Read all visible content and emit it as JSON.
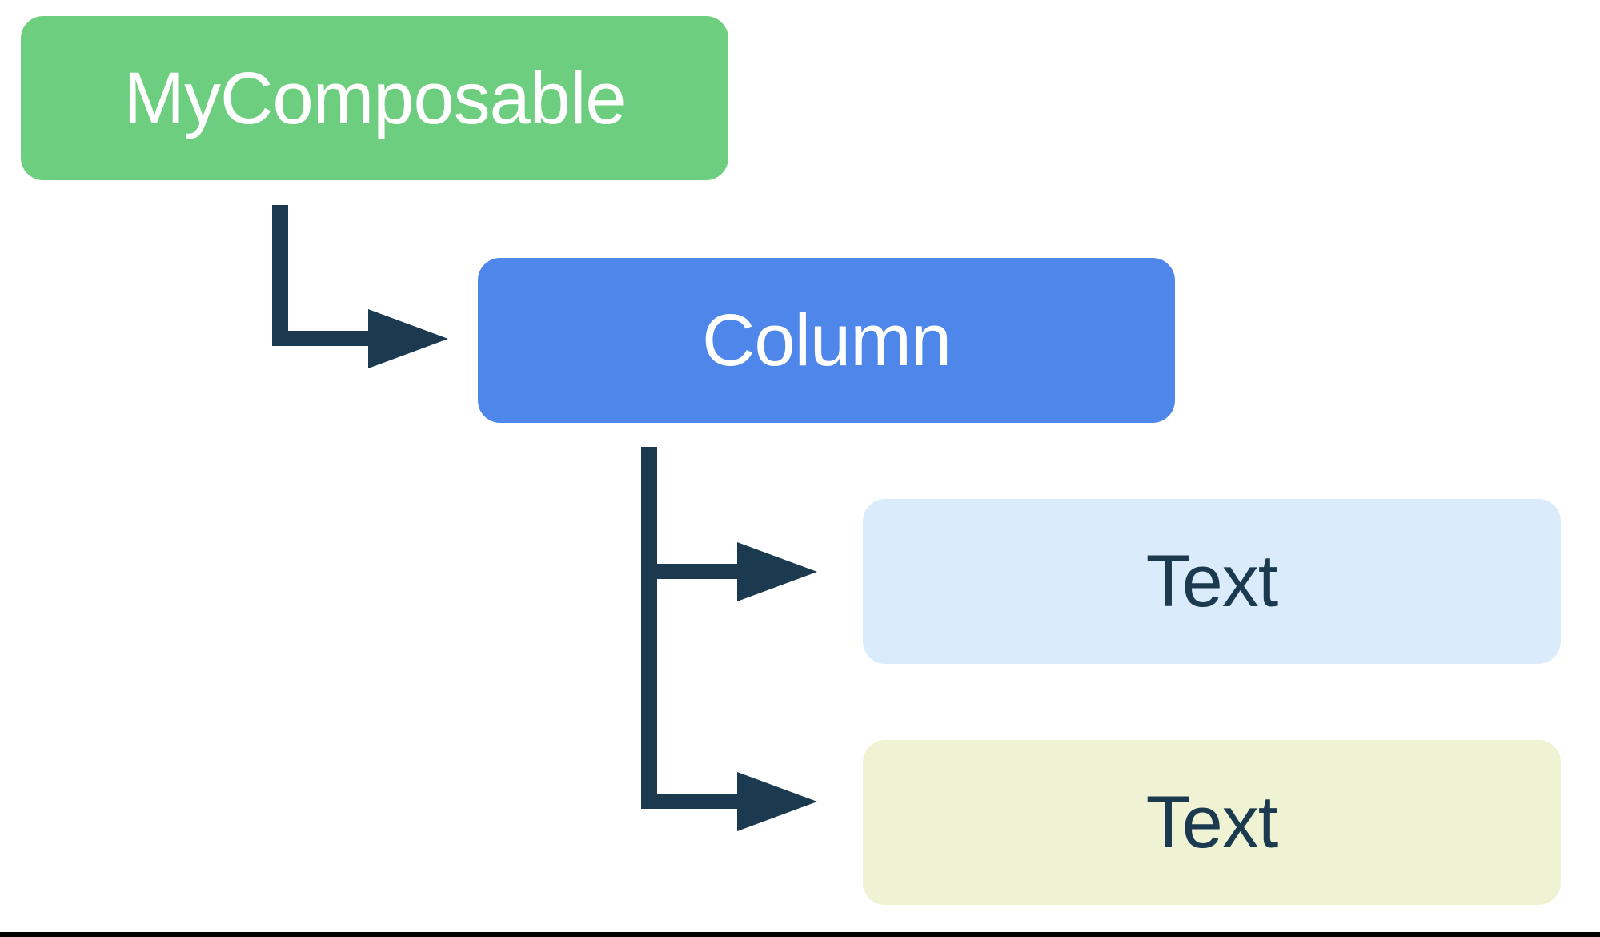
{
  "diagram": {
    "nodes": [
      {
        "id": "root",
        "label": "MyComposable",
        "fill": "#6ECE80",
        "text_color": "#FFFFFF"
      },
      {
        "id": "column",
        "label": "Column",
        "fill": "#4E86EA",
        "text_color": "#FFFFFF"
      },
      {
        "id": "text-1",
        "label": "Text",
        "fill": "#DAECFB",
        "text_color": "#1C3A4F"
      },
      {
        "id": "text-2",
        "label": "Text",
        "fill": "#EFF3D3",
        "text_color": "#1C3A4F"
      }
    ],
    "edges": [
      {
        "from": "root",
        "to": "column"
      },
      {
        "from": "column",
        "to": "text-1"
      },
      {
        "from": "column",
        "to": "text-2"
      }
    ],
    "connector_color": "#1C3A4F",
    "bottom_rule_color": "#000000"
  }
}
